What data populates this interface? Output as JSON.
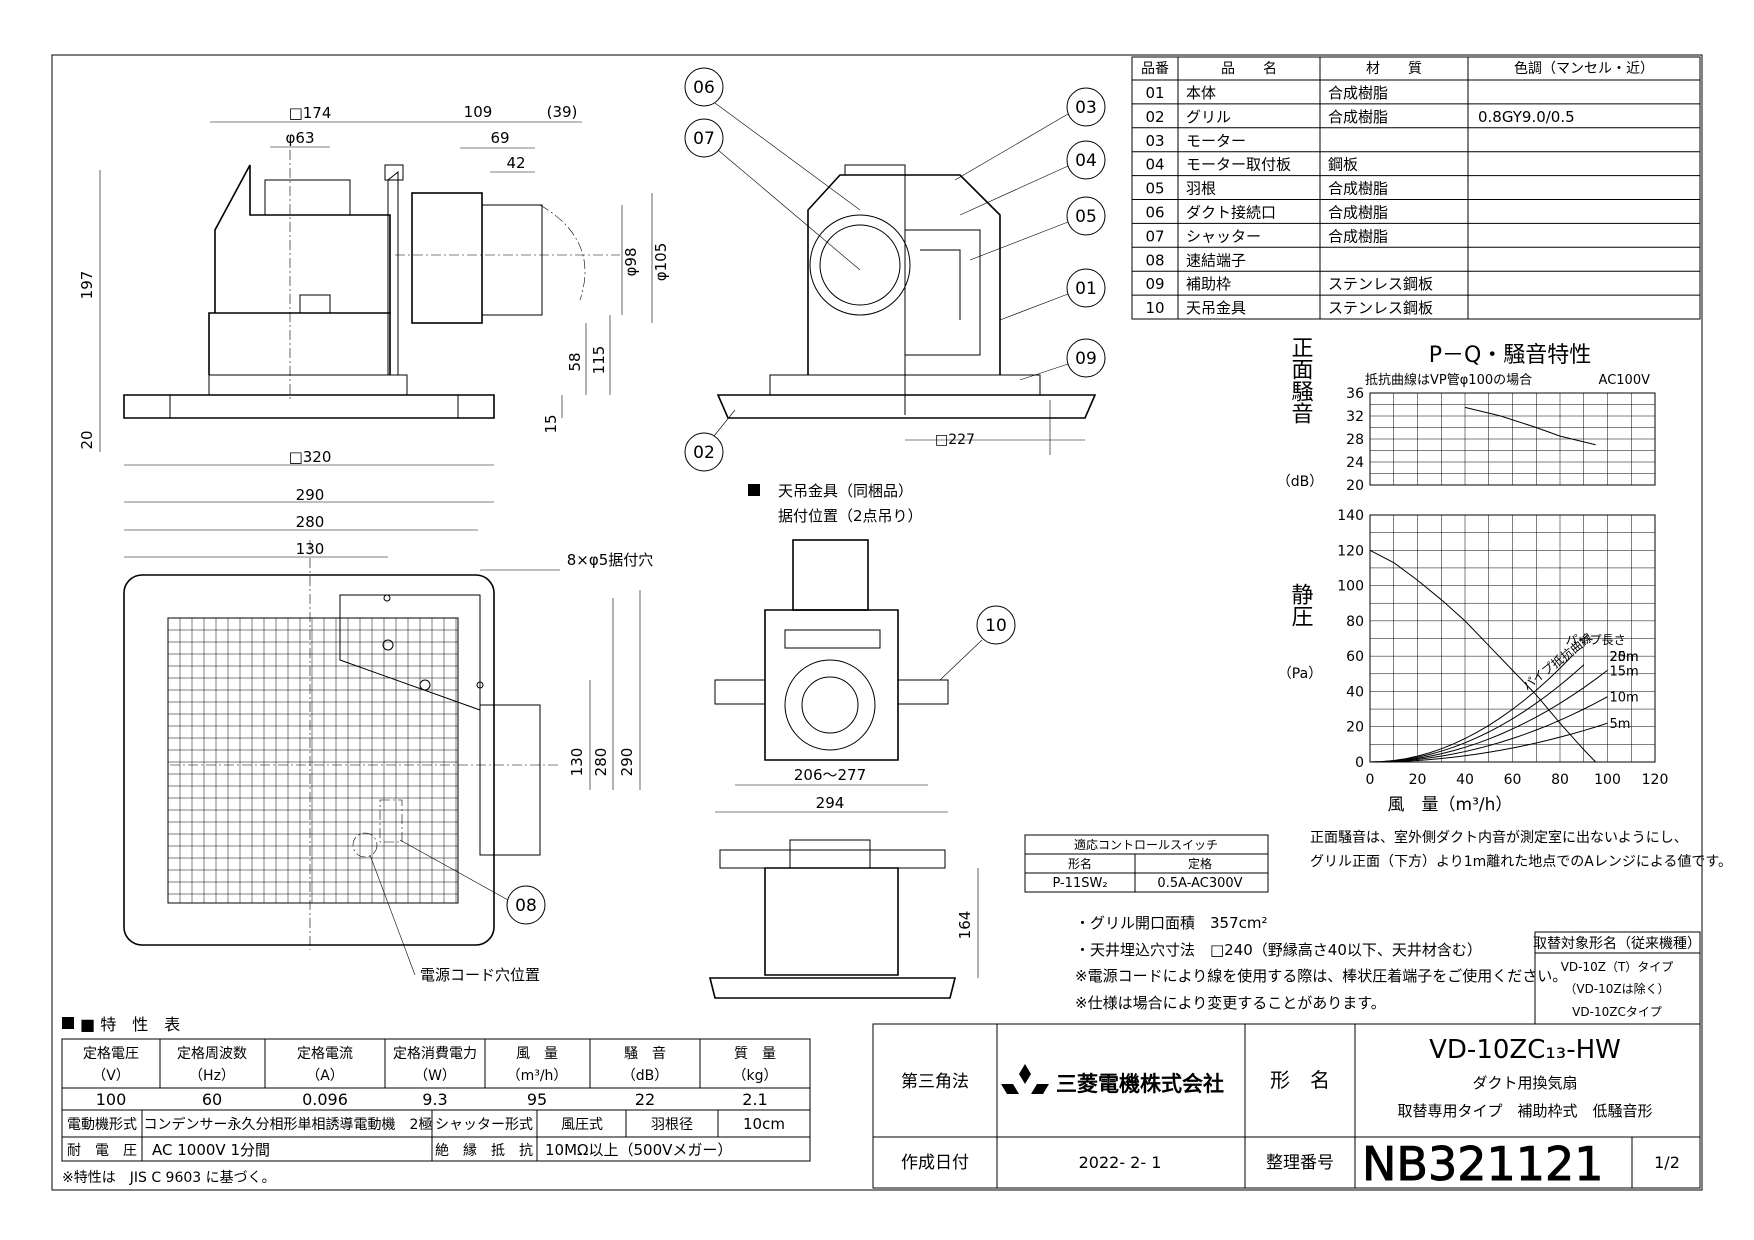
{
  "parts_table": {
    "headers": [
      "品番",
      "品　　名",
      "材　　質",
      "色調（マンセル・近）"
    ],
    "rows": [
      [
        "01",
        "本体",
        "合成樹脂",
        ""
      ],
      [
        "02",
        "グリル",
        "合成樹脂",
        "0.8GY9.0/0.5"
      ],
      [
        "03",
        "モーター",
        "",
        ""
      ],
      [
        "04",
        "モーター取付板",
        "鋼板",
        ""
      ],
      [
        "05",
        "羽根",
        "合成樹脂",
        ""
      ],
      [
        "06",
        "ダクト接続口",
        "合成樹脂",
        ""
      ],
      [
        "07",
        "シャッター",
        "合成樹脂",
        ""
      ],
      [
        "08",
        "速結端子",
        "",
        ""
      ],
      [
        "09",
        "補助枠",
        "ステンレス鋼板",
        ""
      ],
      [
        "10",
        "天吊金具",
        "ステンレス鋼板",
        ""
      ]
    ]
  },
  "callouts": [
    "01",
    "02",
    "03",
    "04",
    "05",
    "06",
    "07",
    "08",
    "09",
    "10"
  ],
  "dimensions": {
    "top": [
      "□174",
      "φ63",
      "109",
      "(39)",
      "69",
      "42",
      "197",
      "φ98",
      "φ105",
      "58",
      "115",
      "15",
      "20",
      "□320",
      "□227"
    ],
    "plan": [
      "290",
      "280",
      "130",
      "8×φ5据付穴",
      "130",
      "280",
      "290",
      "電源コード穴位置"
    ],
    "hanger": [
      "206～277",
      "294",
      "164"
    ]
  },
  "hanger_label": {
    "line1": "天吊金具（同梱品）",
    "line2": "据付位置（2点吊り）"
  },
  "chart_data": [
    {
      "type": "line",
      "title": "P－Q・騒音特性",
      "note": "抵抗曲線はVP管φ100の場合",
      "voltage": "AC100V",
      "ylabel": "正面騒音",
      "yunit": "（dB）",
      "ylim": [
        20,
        36
      ],
      "yticks": [
        "36",
        "32",
        "28",
        "24",
        "20"
      ],
      "xlim": [
        0,
        120
      ],
      "series": [
        {
          "x": [
            40,
            55,
            70,
            80,
            90,
            95
          ],
          "y": [
            33.5,
            32,
            30,
            28.5,
            27.5,
            27
          ]
        }
      ]
    },
    {
      "type": "line",
      "ylabel": "静圧",
      "yunit": "（Pa）",
      "ylim": [
        0,
        140
      ],
      "yticks": [
        "140",
        "120",
        "100",
        "80",
        "60",
        "40",
        "20",
        "0"
      ],
      "xlim": [
        0,
        120
      ],
      "xticks": [
        "0",
        "20",
        "40",
        "60",
        "80",
        "100",
        "120"
      ],
      "xlabel": "風　量（m³/h）",
      "pq_curve": {
        "x": [
          0,
          10,
          20,
          30,
          40,
          50,
          60,
          70,
          80,
          90,
          95
        ],
        "y": [
          120,
          113,
          103,
          92,
          80,
          66,
          52,
          38,
          22,
          7,
          0
        ]
      },
      "resistance_label": "パイプ抵抗曲線",
      "pipe_header": "パイプ長さ",
      "series": [
        {
          "name": "25m",
          "k": 0.0083
        },
        {
          "name": "20m",
          "k": 0.0068
        },
        {
          "name": "15m",
          "k": 0.0052
        },
        {
          "name": "10m",
          "k": 0.0037
        },
        {
          "name": "5m",
          "k": 0.0022
        }
      ]
    }
  ],
  "chart_note": {
    "line1": "正面騒音は、室外側ダクト内音が測定室に出ないようにし、",
    "line2": "グリル正面（下方）より1m離れた地点でのAレンジによる値です。"
  },
  "switch_table": {
    "title": "適応コントロールスイッチ",
    "col1": "形名",
    "col2": "定格",
    "model": "P-11SW₂",
    "rating": "0.5A-AC300V"
  },
  "notes": [
    "・グリル開口面積　357cm²",
    "・天井埋込穴寸法　□240（野縁高さ40以下、天井材含む）",
    "※電源コードにより線を使用する際は、棒状圧着端子をご使用ください。",
    "※仕様は場合により変更することがあります。"
  ],
  "replacement": {
    "title": "取替対象形名（従来機種）",
    "line1": "VD-10Z（T）タイプ",
    "line2": "（VD-10Zは除く）",
    "line3": "VD-10ZCタイプ"
  },
  "spec_table": {
    "title": "■ 特　性　表",
    "headers": [
      [
        "定格電圧",
        "（V）"
      ],
      [
        "定格周波数",
        "（Hz）"
      ],
      [
        "定格電流",
        "（A）"
      ],
      [
        "定格消費電力",
        "（W）"
      ],
      [
        "風　量",
        "（m³/h）"
      ],
      [
        "騒　音",
        "（dB）"
      ],
      [
        "質　量",
        "（kg）"
      ]
    ],
    "values": [
      "100",
      "60",
      "0.096",
      "9.3",
      "95",
      "22",
      "2.1"
    ],
    "motor_label": "電動機形式",
    "motor_value": "コンデンサー永久分相形単相誘導電動機　2極",
    "shutter_label": "シャッター形式",
    "shutter_value": "風圧式",
    "blade_label": "羽根径",
    "blade_value": "10cm",
    "withstand_label": "耐　電　圧",
    "withstand_value": "AC 1000V 1分間",
    "insulation_label": "絶　縁　抵　抗",
    "insulation_value": "10MΩ以上（500Vメガー）",
    "footnote": "※特性は　JIS C 9603 に基づく。"
  },
  "title_block": {
    "projection": "第三角法",
    "company": "三菱電機株式会社",
    "model_label": "形　名",
    "model": "VD-10ZC₁₃-HW",
    "desc1": "ダクト用換気扇",
    "desc2": "取替専用タイプ　補助枠式　低騒音形",
    "date_label": "作成日付",
    "date": "2022- 2- 1",
    "number_label": "整理番号",
    "number": "NB321121",
    "page": "1/2"
  }
}
